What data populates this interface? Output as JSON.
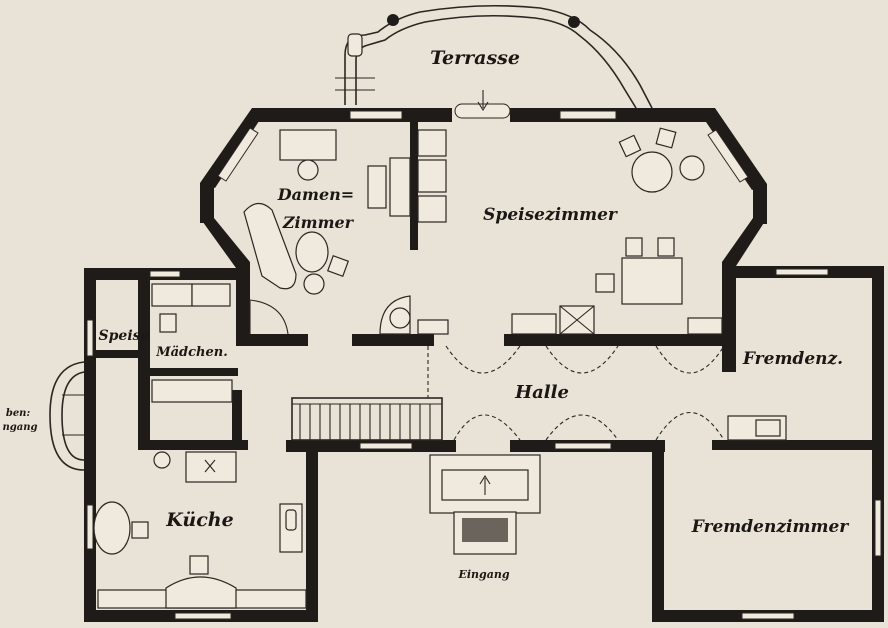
{
  "plan": {
    "rooms": {
      "terrasse": "Terrasse",
      "damenzimmer_line1": "Damen=",
      "damenzimmer_line2": "Zimmer",
      "speisezimmer": "Speisezimmer",
      "speise": "Speise",
      "maedchen": "Mädchen.",
      "halle": "Halle",
      "fremdenz": "Fremdenz.",
      "kueche": "Küche",
      "fremdenzimmer": "Fremdenzimmer",
      "eingang": "Eingang",
      "neben_line1": "ben:",
      "neben_line2": "ngang"
    }
  },
  "colors": {
    "paper": "#e9e2d6",
    "ink": "#1e1b18"
  }
}
